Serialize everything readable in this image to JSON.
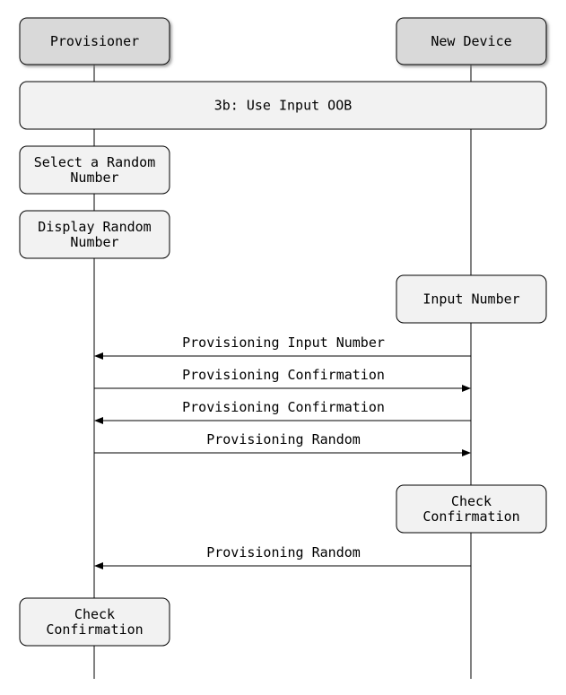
{
  "participants": [
    {
      "label": "Provisioner"
    },
    {
      "label": "New Device"
    }
  ],
  "section": {
    "label": "3b: Use Input OOB"
  },
  "notes": [
    {
      "lines": [
        "Select a Random",
        "Number"
      ],
      "participant": 0
    },
    {
      "lines": [
        "Display Random",
        "Number"
      ],
      "participant": 0
    },
    {
      "lines": [
        "Input Number"
      ],
      "participant": 1
    },
    {
      "lines": [
        "Check",
        "Confirmation"
      ],
      "participant": 1
    },
    {
      "lines": [
        "Check",
        "Confirmation"
      ],
      "participant": 0
    }
  ],
  "messages": [
    {
      "label": "Provisioning Input Number",
      "from": 1,
      "to": 0
    },
    {
      "label": "Provisioning Confirmation",
      "from": 0,
      "to": 1
    },
    {
      "label": "Provisioning Confirmation",
      "from": 1,
      "to": 0
    },
    {
      "label": "Provisioning Random",
      "from": 0,
      "to": 1
    },
    {
      "label": "Provisioning Random",
      "from": 1,
      "to": 0
    }
  ],
  "colors": {
    "actor": "#d9d9d9",
    "note": "#f2f2f2",
    "line": "#000000"
  }
}
